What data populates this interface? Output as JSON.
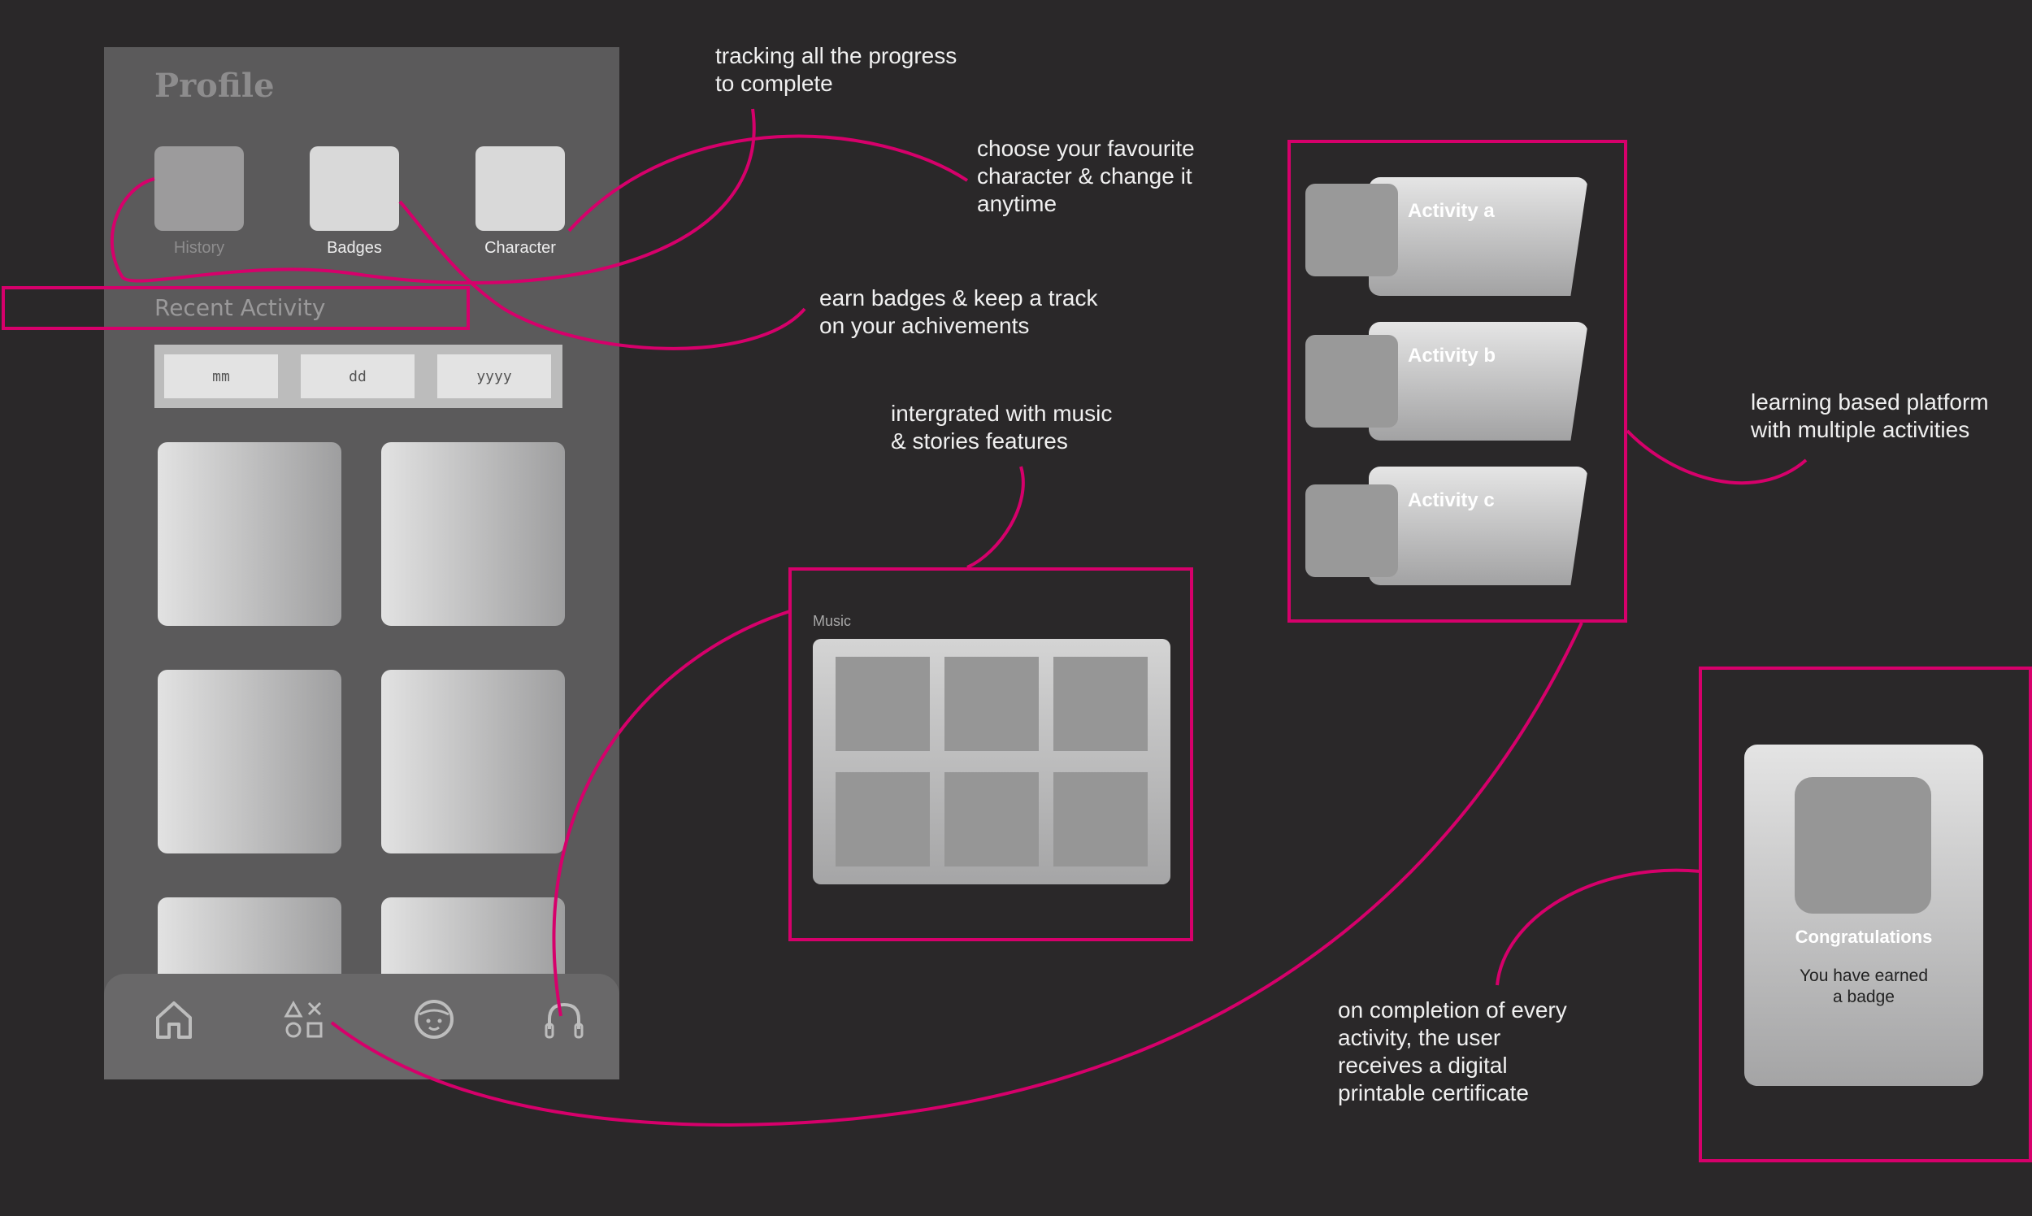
{
  "profile": {
    "title": "Profile",
    "tiles": [
      {
        "label": "History"
      },
      {
        "label": "Badges"
      },
      {
        "label": "Character"
      }
    ],
    "recent_activity_label": "Recent Activity",
    "date_fields": [
      "mm",
      "dd",
      "yyyy"
    ],
    "nav": [
      "home-icon",
      "shapes-icon",
      "character-face-icon",
      "headphones-icon"
    ]
  },
  "annotations": {
    "tracking": "tracking all the progress\nto complete",
    "character": "choose your favourite\ncharacter & change it\nanytime",
    "badges": "earn badges & keep a track\non your achivements",
    "music": "intergrated with music\n& stories features",
    "learning": "learning based platform\nwith multiple activities",
    "certificate": "on completion of every\nactivity, the user\nreceives a digital\nprintable certificate"
  },
  "activities": [
    "Activity a",
    "Activity b",
    "Activity c"
  ],
  "music": {
    "label": "Music"
  },
  "certificate": {
    "title": "Congratulations",
    "message": "You have earned\na badge"
  },
  "colors": {
    "background": "#2a2829",
    "accent": "#d6006b",
    "phone": "#5b5a5b"
  }
}
